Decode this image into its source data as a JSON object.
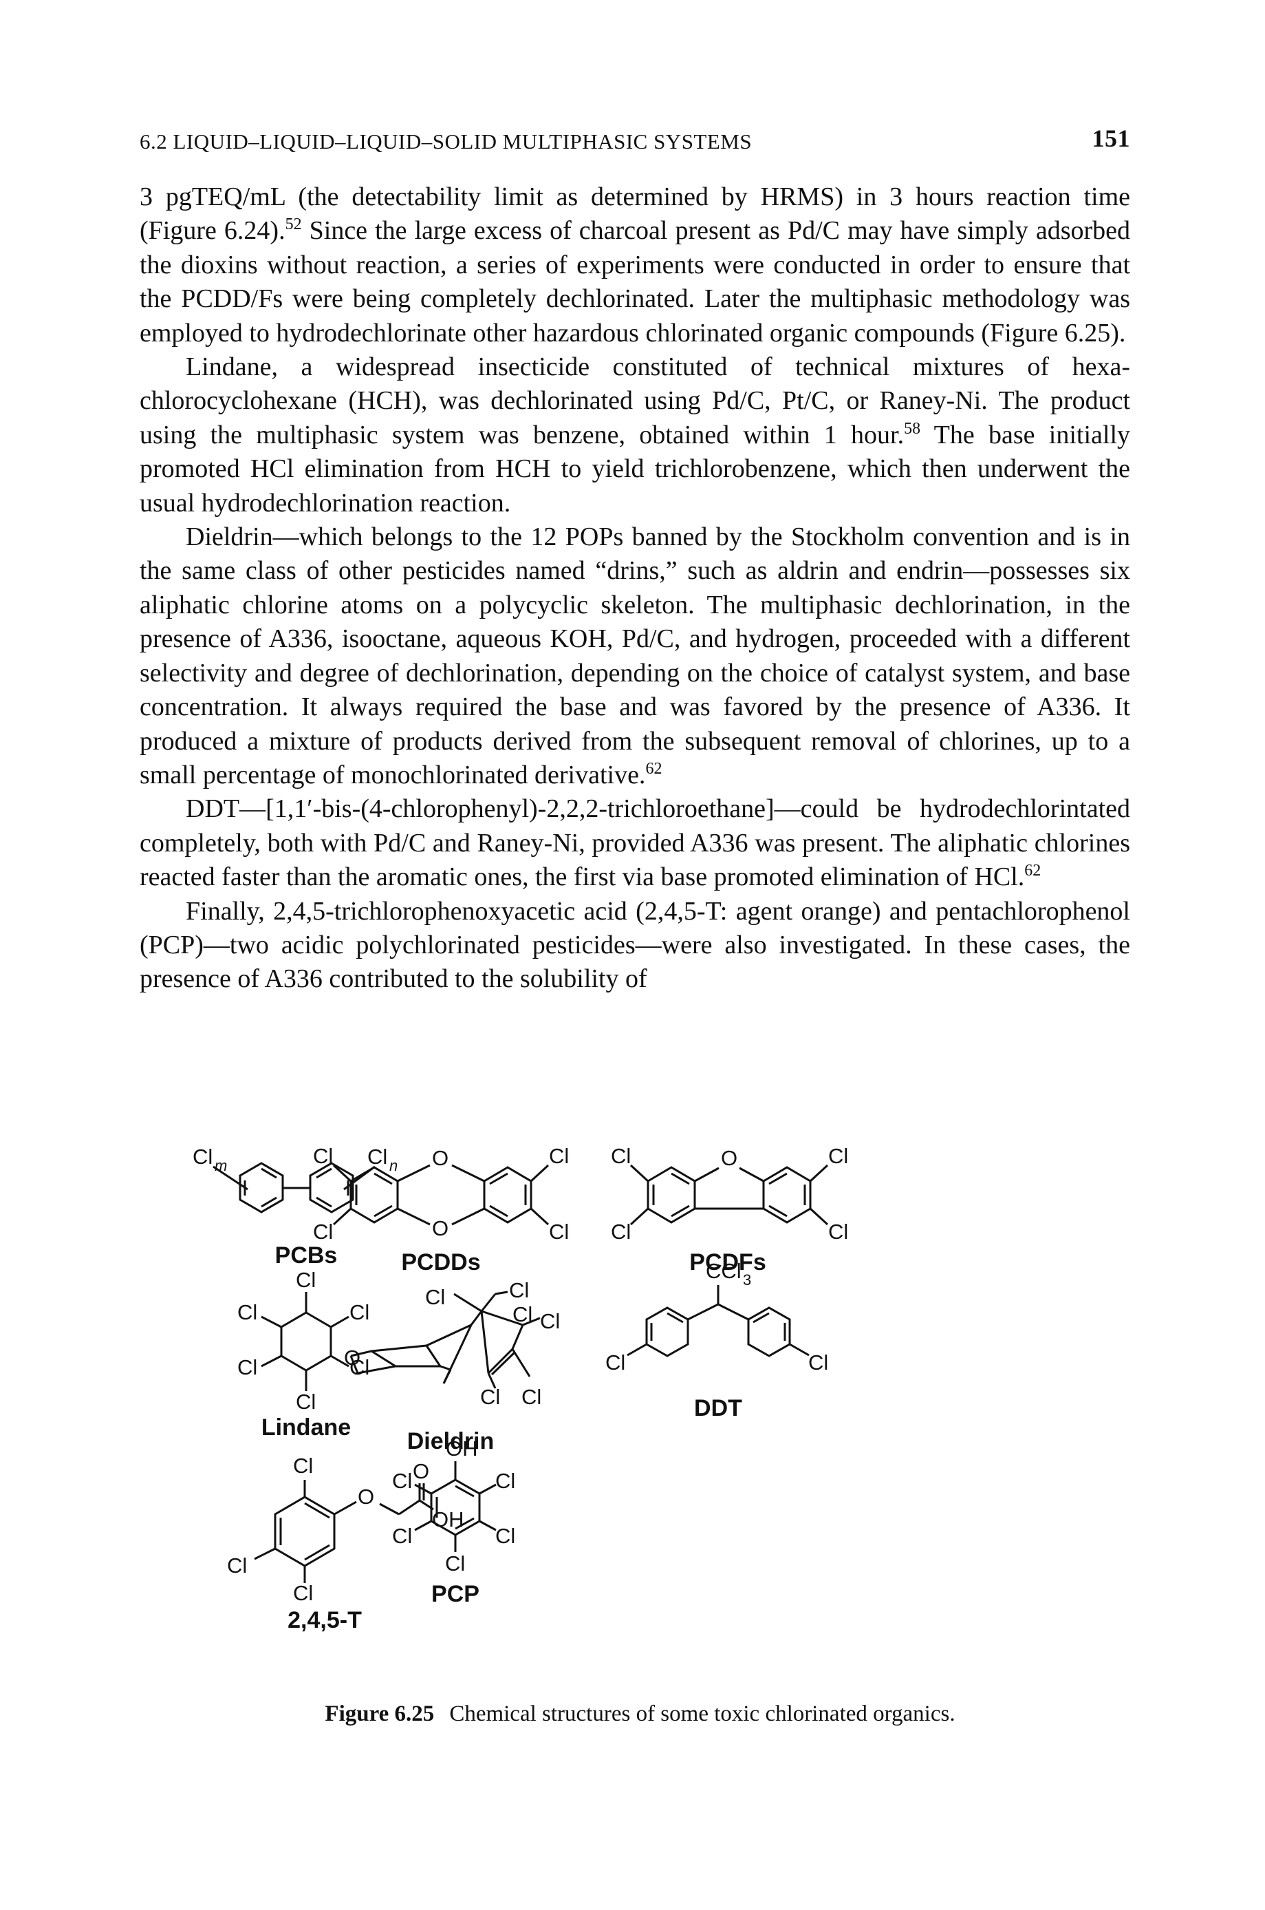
{
  "header": {
    "running_title": "6.2 LIQUID–LIQUID–LIQUID–SOLID MULTIPHASIC SYSTEMS",
    "page_number": "151"
  },
  "paragraphs": [
    {
      "segments": [
        {
          "t": "3 pgTEQ/mL (the detectability limit as determined by HRMS) in 3 hours reaction time (Figure 6.24)."
        },
        {
          "sup": "52"
        },
        {
          "t": " Since the large excess of charcoal present as Pd/C may have simply adsorbed the dioxins without reaction, a series of experiments were conducted in order to ensure that the PCDD/Fs were being completely dechlori­nated. Later the multiphasic methodology was employed to hydrodechlorinate other hazardous chlorinated organic compounds (Figure 6.25)."
        }
      ]
    },
    {
      "segments": [
        {
          "t": "Lindane, a widespread insecticide constituted of technical mixtures of hexa­chlorocyclohexane (HCH), was dechlorinated using Pd/C, Pt/C, or Raney-Ni. The product using the multiphasic system was benzene, obtained within 1 hour."
        },
        {
          "sup": "58"
        },
        {
          "t": " The base initially promoted HCl elimination from HCH to yield trichlorobenzene, which then underwent the usual hydrodechlorination reaction."
        }
      ]
    },
    {
      "segments": [
        {
          "t": "Dieldrin—which belongs to the 12 POPs banned by the Stockholm convention and is in the same class of other pesticides named “drins,” such as aldrin and endrin—possesses six aliphatic chlorine atoms on a polycyclic skeleton. The mul­tiphasic dechlorination, in the presence of A336, isooctane, aqueous KOH, Pd/C, and hydrogen, proceeded with a different selectivity and degree of dechlorination, depending on the choice of catalyst system, and base concentration. It always required the base and was favored by the presence of A336. It produced a mixture of products derived from the subsequent removal of chlorines, up to a small percentage of monochlorinated derivative."
        },
        {
          "sup": "62"
        }
      ]
    },
    {
      "segments": [
        {
          "t": "DDT—[1,1′-bis-(4-chlorophenyl)-2,2,2-trichloroethane]—could be hydrode­chlorintated completely, both with Pd/C and Raney-Ni, provided A336 was present. The aliphatic chlorines reacted faster than the aromatic ones, the first via base promoted elimination of HCl."
        },
        {
          "sup": "62"
        }
      ]
    },
    {
      "segments": [
        {
          "t": "Finally, 2,4,5-trichlorophenoxyacetic acid (2,4,5-T: agent orange) and pentachlorophenol (PCP)—two acidic polychlorinated pesticides—were also investigated. In these cases, the presence of A336 contributed to the solubility of"
        }
      ]
    }
  ],
  "figure": {
    "compounds": {
      "pcbs": "PCBs",
      "pcdds": "PCDDs",
      "pcdfs": "PCDFs",
      "lindane": "Lindane",
      "dieldrin": "Dieldrin",
      "ddt": "DDT",
      "t245": "2,4,5-T",
      "pcp": "PCP"
    },
    "atoms": {
      "cl": "Cl",
      "o": "O",
      "oh": "OH",
      "cl_m": "m",
      "cl_n": "n",
      "ccl3": "CCl",
      "ccl3_sub": "3"
    },
    "caption_label": "Figure 6.25",
    "caption_text": "Chemical structures of some toxic chlorinated organics."
  }
}
